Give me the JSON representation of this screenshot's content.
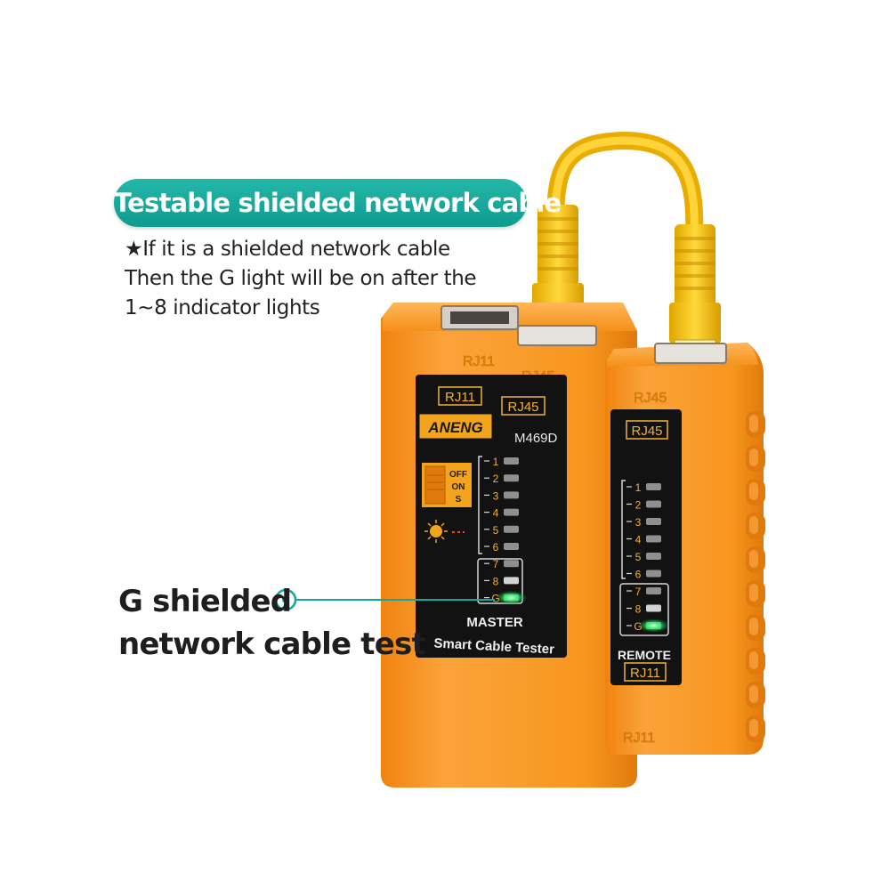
{
  "headline": "Testable shielded network cable",
  "note_lines": [
    "★If it is a shielded network cable",
    "Then the G light will be on after the",
    "1~8 indicator lights"
  ],
  "callout_lines": [
    "G shielded",
    "network cable test"
  ],
  "master": {
    "molded_labels": [
      "RJ11",
      "RJ45"
    ],
    "port_labels": [
      "RJ11",
      "RJ45"
    ],
    "brand": "ANENG",
    "model": "M469D",
    "switch_labels": [
      "OFF",
      "ON",
      "S"
    ],
    "led_numbers": [
      "1",
      "2",
      "3",
      "4",
      "5",
      "6",
      "7",
      "8",
      "G"
    ],
    "title": "MASTER",
    "subtitle": "Smart Cable Tester"
  },
  "remote": {
    "molded_top": "RJ45",
    "molded_bottom": "RJ11",
    "port_label_top": "RJ45",
    "led_numbers": [
      "1",
      "2",
      "3",
      "4",
      "5",
      "6",
      "7",
      "8",
      "G"
    ],
    "title": "REMOTE",
    "port_label_bottom": "RJ11"
  },
  "colors": {
    "accent_teal": "#14a89b",
    "body_orange": "#f7961e",
    "cable_yellow": "#f6c318",
    "led_green": "#31e06a"
  }
}
